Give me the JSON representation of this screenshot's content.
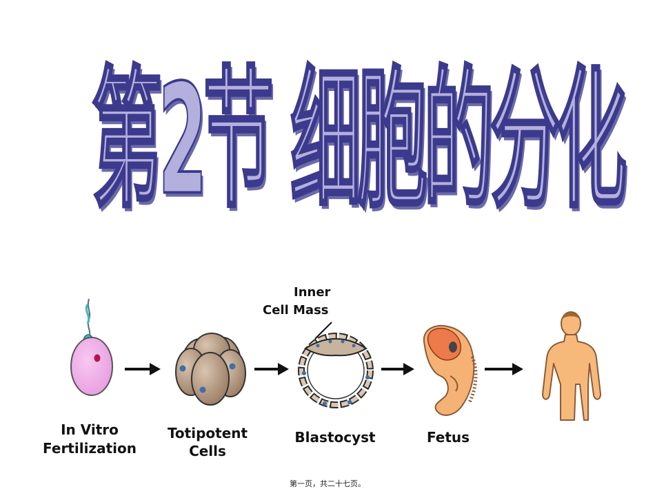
{
  "slide": {
    "title": "第2节 细胞的分化",
    "footer": "第一页，共二十七页。"
  },
  "diagram": {
    "stages": [
      {
        "line1": "In Vitro",
        "line2": "Fertilization"
      },
      {
        "line1": "Totipotent",
        "line2": "Cells"
      },
      {
        "line1": "Blastocyst",
        "line2": ""
      },
      {
        "line1": "Fetus",
        "line2": ""
      }
    ],
    "callout": {
      "line1": "Inner",
      "line2": "Cell Mass"
    },
    "icons": [
      "egg-with-sperm",
      "cell-cluster",
      "blastocyst",
      "fetus",
      "human-figure",
      "arrow-right"
    ]
  }
}
